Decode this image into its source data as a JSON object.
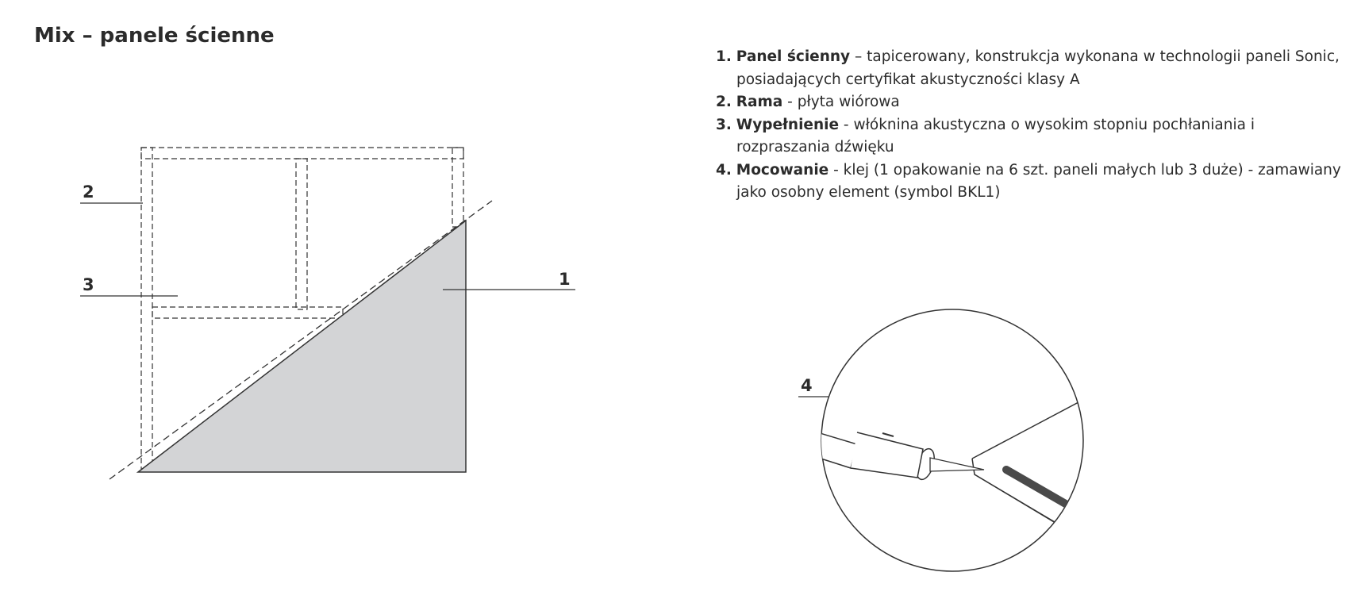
{
  "title": "Mix – panele ścienne",
  "items": [
    {
      "number": "1.",
      "name": "Panel ścienny",
      "separator": " – ",
      "description": "tapicerowany, konstrukcja wykonana w technologii paneli Sonic, posiadających certyfikat akustyczności klasy A"
    },
    {
      "number": "2.",
      "name": "Rama",
      "separator": " - ",
      "description": "płyta wiórowa"
    },
    {
      "number": "3.",
      "name": "Wypełnienie",
      "separator": " - ",
      "description": "włóknina akustyczna o wysokim stopniu pochłaniania i rozpraszania dźwięku"
    },
    {
      "number": "4.",
      "name": "Mocowanie",
      "separator": " - ",
      "description": "klej (1 opakowanie na 6 szt. paneli małych lub 3 duże) - zamawiany jako osobny element (symbol BKL1)"
    }
  ],
  "callouts": {
    "panel": "1",
    "frame": "2",
    "filling": "3",
    "mounting": "4"
  },
  "colors": {
    "text": "#2b2b2b",
    "line": "#333333",
    "panel_fill": "#d3d4d6",
    "adhesive": "#4a4a4a"
  }
}
